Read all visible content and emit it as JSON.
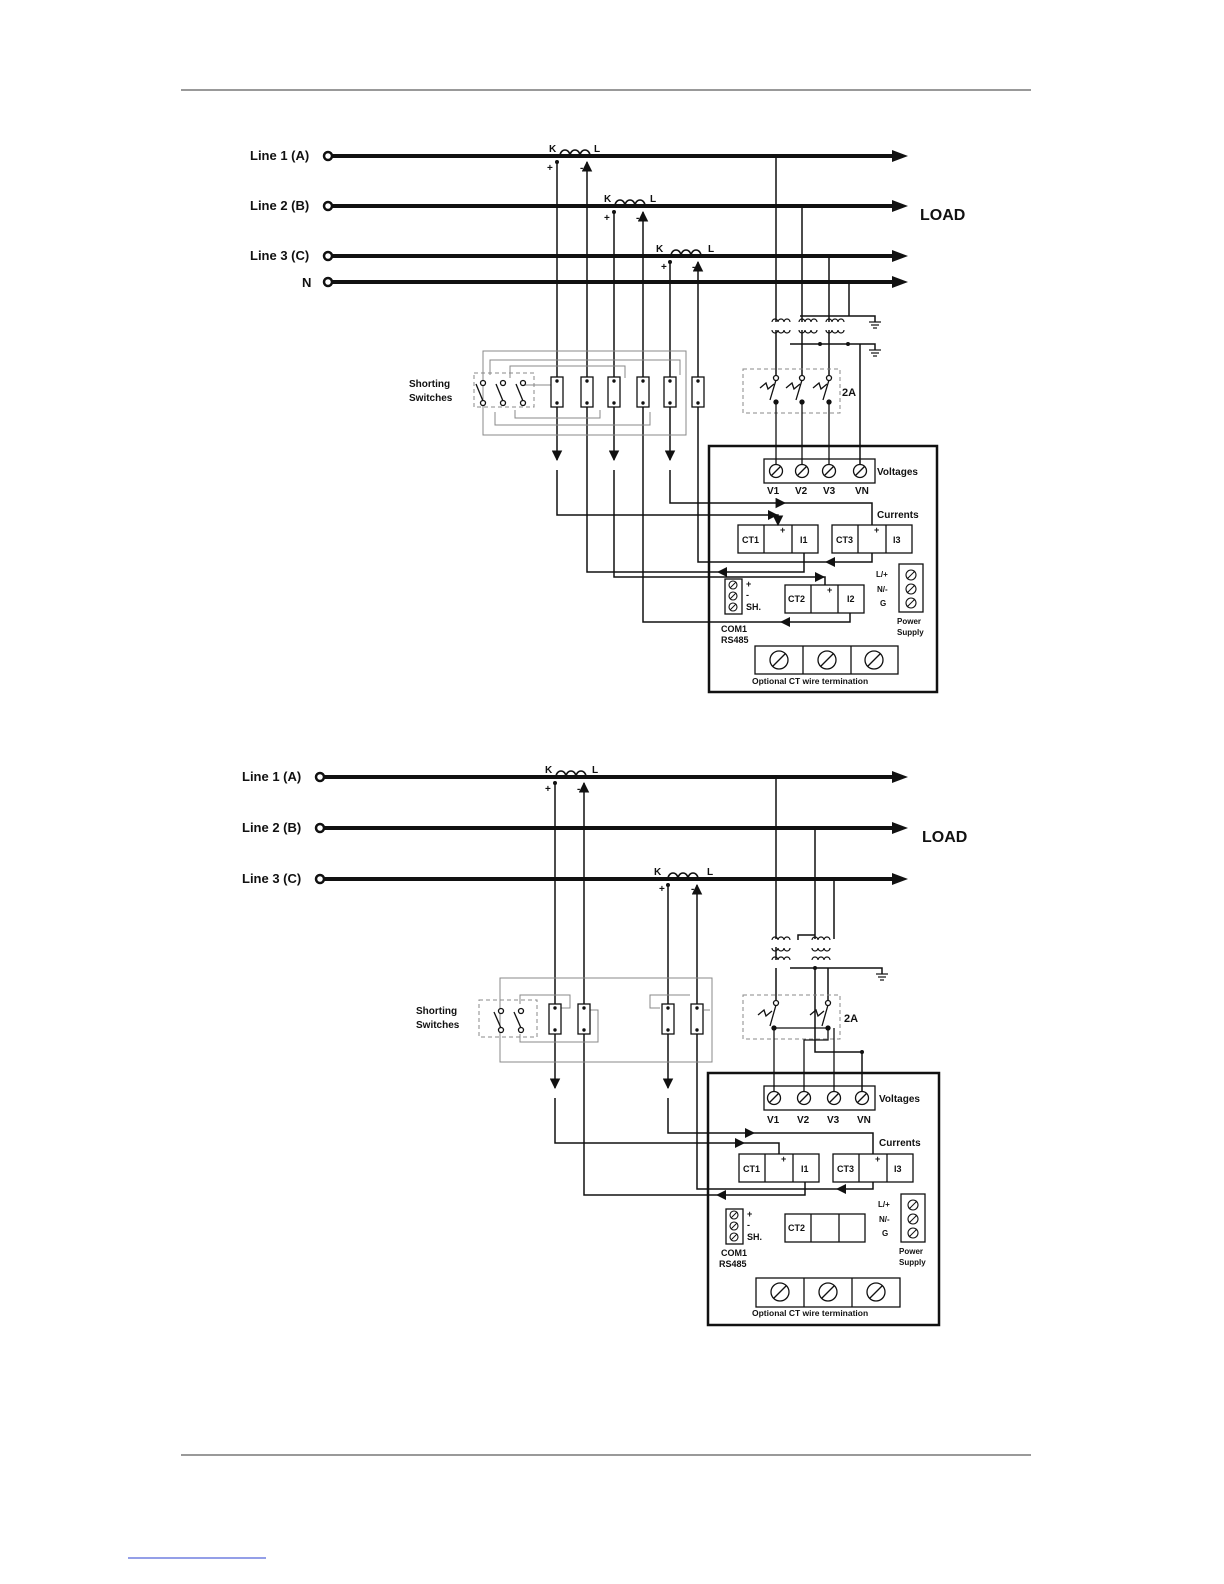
{
  "diagram1": {
    "lines": [
      "Line 1 (A)",
      "Line 2 (B)",
      "Line 3 (C)",
      "N"
    ],
    "load": "LOAD",
    "ct_k": "K",
    "ct_l": "L",
    "plus": "+",
    "minus": "-",
    "shorting_switches": [
      "Shorting",
      "Switches"
    ],
    "fuse": "2A",
    "voltages": "Voltages",
    "v_terms": [
      "V1",
      "V2",
      "V3",
      "VN"
    ],
    "currents": "Currents",
    "ct_blocks": [
      {
        "ct": "CT1",
        "i": "I1"
      },
      {
        "ct": "CT3",
        "i": "I3"
      },
      {
        "ct": "CT2",
        "i": "I2"
      }
    ],
    "com_labels": [
      "+",
      "-",
      "SH."
    ],
    "com": [
      "COM1",
      "RS485"
    ],
    "power_labels": [
      "L/+",
      "N/-",
      "G"
    ],
    "power": [
      "Power",
      "Supply"
    ],
    "optional": "Optional CT wire termination"
  },
  "diagram2": {
    "lines": [
      "Line 1 (A)",
      "Line 2 (B)",
      "Line 3 (C)"
    ],
    "load": "LOAD",
    "ct_k": "K",
    "ct_l": "L",
    "plus": "+",
    "minus": "-",
    "shorting_switches": [
      "Shorting",
      "Switches"
    ],
    "fuse": "2A",
    "voltages": "Voltages",
    "v_terms": [
      "V1",
      "V2",
      "V3",
      "VN"
    ],
    "currents": "Currents",
    "ct_blocks": [
      {
        "ct": "CT1",
        "i": "I1"
      },
      {
        "ct": "CT3",
        "i": "I3"
      },
      {
        "ct": "CT2",
        "i": ""
      }
    ],
    "com_labels": [
      "+",
      "-",
      "SH."
    ],
    "com": [
      "COM1",
      "RS485"
    ],
    "power_labels": [
      "L/+",
      "N/-",
      "G"
    ],
    "power": [
      "Power",
      "Supply"
    ],
    "optional": "Optional CT wire termination"
  },
  "colors": {
    "ink": "#111111",
    "gray": "#8a8a8a",
    "link": "#2a3fd0"
  }
}
